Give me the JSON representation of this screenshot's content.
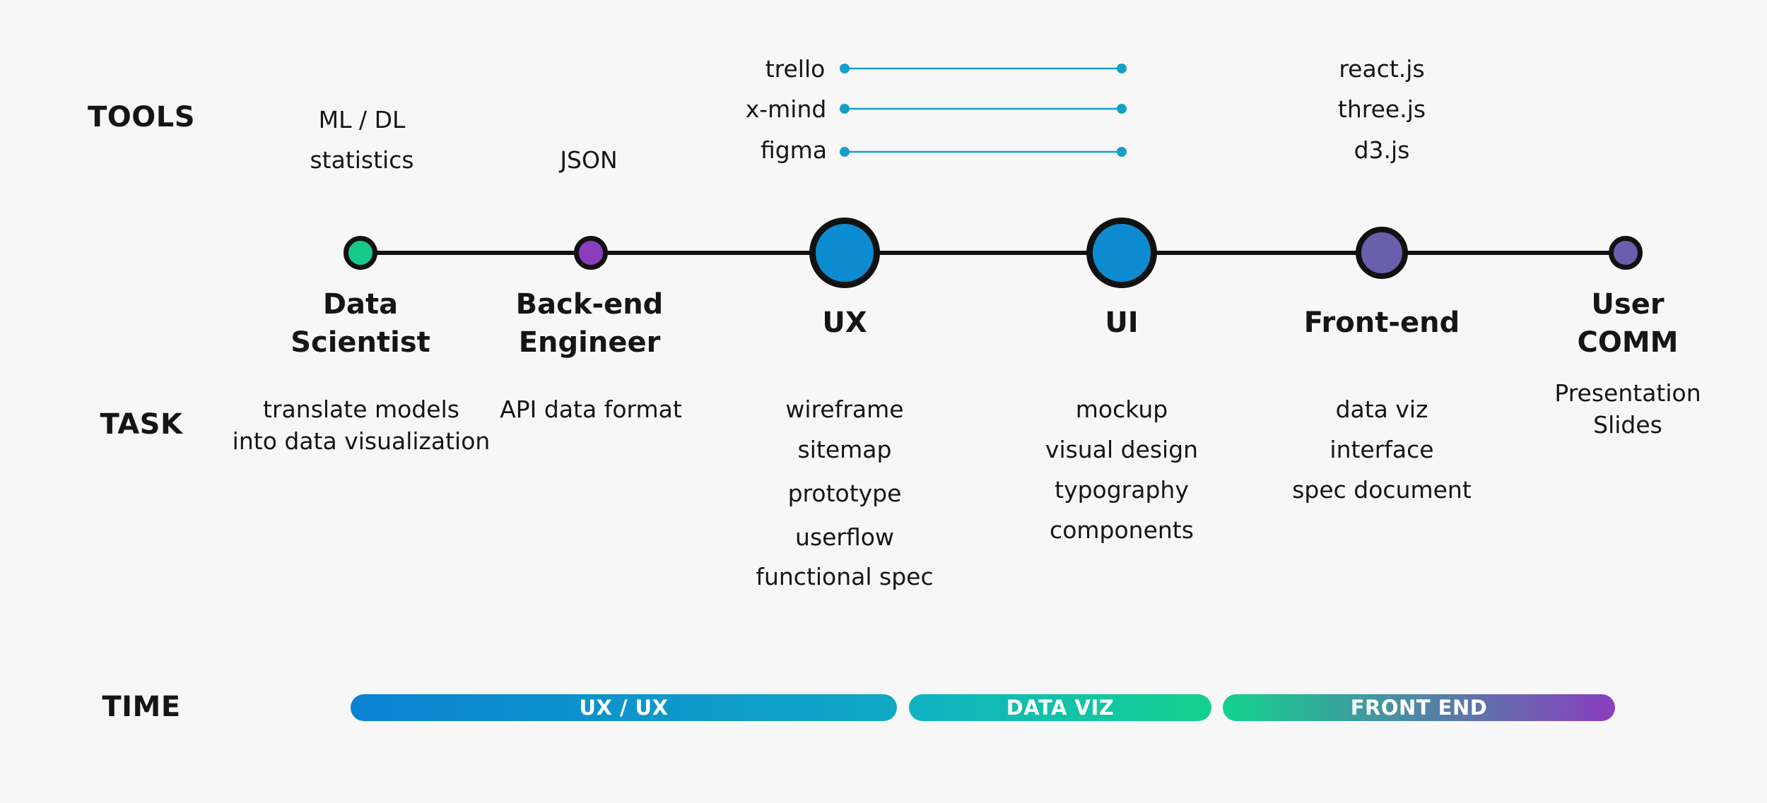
{
  "labels": {
    "tools": "TOOLS",
    "task": "TASK",
    "time": "TIME"
  },
  "colors": {
    "timeline": "#111111",
    "green": "#16c98b",
    "purple": "#8a3dbd",
    "blue": "#0c8bd1",
    "lavender": "#6a5fad",
    "link": "#14a0c6"
  },
  "left_tools": [
    "trello",
    "x-mind",
    "figma"
  ],
  "roles": [
    {
      "name": [
        "Data",
        "Scientist"
      ],
      "tools": [
        "ML / DL",
        "statistics"
      ],
      "tasks": [
        "translate models",
        "into data visualization"
      ],
      "fill": "#16c98b",
      "size": "small"
    },
    {
      "name": [
        "Back-end",
        "Engineer"
      ],
      "tools": [
        "JSON"
      ],
      "tasks": [
        "API data format"
      ],
      "fill": "#8a3dbd",
      "size": "small"
    },
    {
      "name": [
        "UX"
      ],
      "tools": [],
      "tasks": [
        "wireframe",
        "sitemap",
        "prototype",
        "userflow",
        "functional spec"
      ],
      "fill": "#0c8bd1",
      "size": "large"
    },
    {
      "name": [
        "UI"
      ],
      "tools": [],
      "tasks": [
        "mockup",
        "visual design",
        "typography",
        "components"
      ],
      "fill": "#0c8bd1",
      "size": "large"
    },
    {
      "name": [
        "Front-end"
      ],
      "tools": [
        "react.js",
        "three.js",
        "d3.js"
      ],
      "tasks": [
        "data viz",
        "interface",
        "spec document"
      ],
      "fill": "#6a5fad",
      "size": "medium"
    },
    {
      "name": [
        "User",
        "COMM"
      ],
      "tools": [],
      "tasks": [
        "Presentation",
        "Slides"
      ],
      "fill": "#6a5fad",
      "size": "small"
    }
  ],
  "phases": [
    {
      "label": "UX / UX",
      "gradient": [
        "#0a82d3",
        "#10a8c4"
      ]
    },
    {
      "label": "DATA VIZ",
      "gradient": [
        "#0fb3c3",
        "#14d18d"
      ]
    },
    {
      "label": "FRONT END",
      "gradient": [
        "#14d18d",
        "#8a3dbd"
      ]
    }
  ]
}
